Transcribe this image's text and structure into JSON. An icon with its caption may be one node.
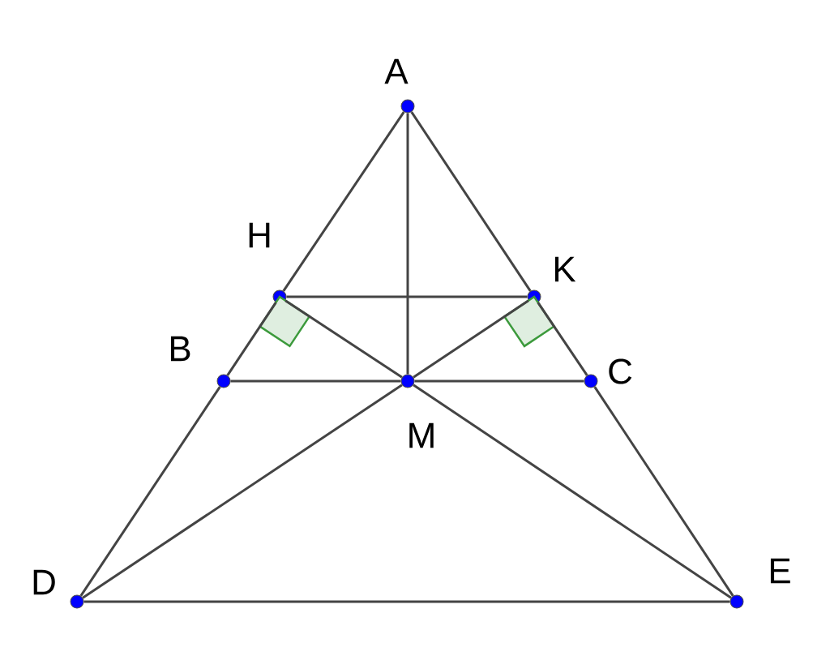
{
  "diagram": {
    "nodes": [
      {
        "text": [
          "A"
        ]
      },
      {
        "text": [
          "H"
        ]
      },
      {
        "text": [
          "K"
        ]
      },
      {
        "text": [
          "B"
        ]
      },
      {
        "text": [
          "M"
        ]
      },
      {
        "text": [
          "C"
        ]
      },
      {
        "text": [
          "D"
        ]
      },
      {
        "text": [
          "E"
        ]
      }
    ],
    "edges": [
      {
        "from": 0,
        "to": 1,
        "arrow": "none"
      },
      {
        "from": 1,
        "to": 3,
        "arrow": "none"
      },
      {
        "from": 3,
        "to": 6,
        "arrow": "none"
      },
      {
        "from": 0,
        "to": 2,
        "arrow": "none"
      },
      {
        "from": 2,
        "to": 5,
        "arrow": "none"
      },
      {
        "from": 5,
        "to": 7,
        "arrow": "none"
      },
      {
        "from": 6,
        "to": 7,
        "arrow": "none"
      },
      {
        "from": 0,
        "to": 4,
        "arrow": "none"
      },
      {
        "from": 1,
        "to": 2,
        "arrow": "none"
      },
      {
        "from": 3,
        "to": 4,
        "arrow": "none"
      },
      {
        "from": 4,
        "to": 5,
        "arrow": "none"
      },
      {
        "from": 1,
        "to": 4,
        "arrow": "none"
      },
      {
        "from": 4,
        "to": 7,
        "arrow": "none"
      },
      {
        "from": 2,
        "to": 4,
        "arrow": "none"
      },
      {
        "from": 4,
        "to": 6,
        "arrow": "none"
      }
    ]
  }
}
